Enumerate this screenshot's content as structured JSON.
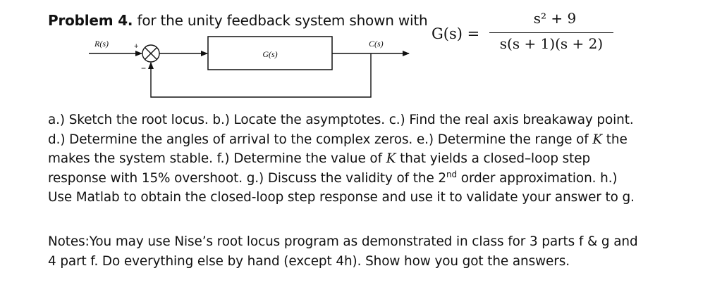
{
  "title": {
    "label": "Problem 4.",
    "text": " for the unity feedback system shown with"
  },
  "equation": {
    "lhs": "G(s) =",
    "numerator": "s² + 9",
    "denominator": "s(s + 1)(s + 2)"
  },
  "diagram": {
    "input_label": "R(s)",
    "output_label": "C(s)",
    "block_label": "G(s)",
    "plus_sign": "+",
    "minus_sign": "−"
  },
  "tasks": {
    "l1": "a.) Sketch the root locus. b.) Locate the asymptotes. c.) Find the real axis breakaway point.",
    "l2a": "d.) Determine the angles of arrival to the complex zeros. e.) Determine the range of ",
    "l2k": "K",
    "l2b": " the",
    "l3a": "makes the system stable. f.) Determine the value of ",
    "l3k": "K",
    "l3b": " that yields a closed–loop step",
    "l4a": "response with 15% overshoot. g.) Discuss the validity of the 2",
    "l4sup": "nd",
    "l4b": " order approximation. h.)",
    "l5": "Use Matlab to obtain the closed-loop step response and use it to validate your answer to g."
  },
  "notes": {
    "l1": "Notes:You may use Nise’s root locus program as demonstrated in class for 3 parts f & g and",
    "l2": "4 part f. Do everything else by hand (except 4h). Show how you got the answers."
  }
}
